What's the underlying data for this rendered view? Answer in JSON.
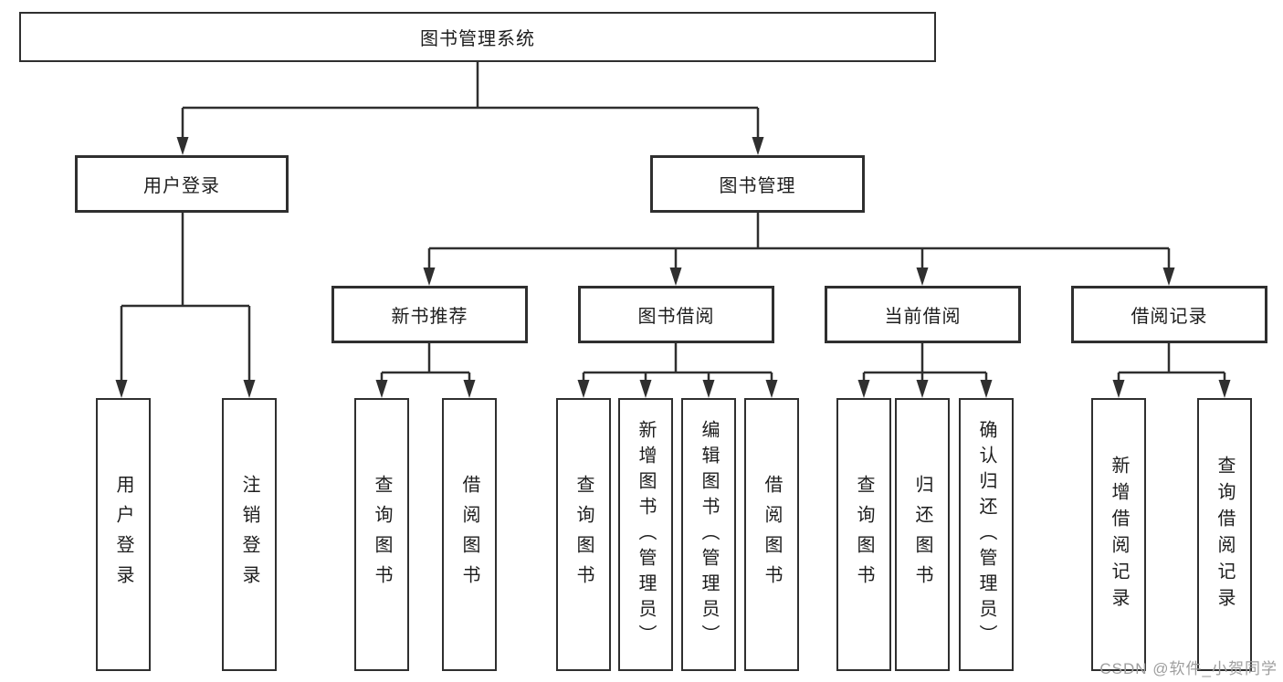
{
  "diagram": {
    "root": {
      "label": "图书管理系统"
    },
    "level2": [
      {
        "label": "用户登录"
      },
      {
        "label": "图书管理"
      }
    ],
    "level3": [
      {
        "label": "新书推荐"
      },
      {
        "label": "图书借阅"
      },
      {
        "label": "当前借阅"
      },
      {
        "label": "借阅记录"
      }
    ],
    "leaves": {
      "user_login": [
        "用户登录",
        "注销登录"
      ],
      "new_book_recommend": [
        "查询图书",
        "借阅图书"
      ],
      "book_borrow": [
        "查询图书",
        "新增图书（管理员）",
        "编辑图书（管理员）",
        "借阅图书"
      ],
      "current_borrow": [
        "查询图书",
        "归还图书",
        "确认归还（管理员）"
      ],
      "borrow_records": [
        "新增借阅记录",
        "查询借阅记录"
      ]
    }
  },
  "watermark": {
    "text": "CSDN @软件_小贺同学"
  },
  "colors": {
    "line": "#2f2f2f",
    "box_fill": "#ffffff",
    "text": "#1d1d1d",
    "watermark": "#9e9e9e",
    "background": "#ffffff"
  }
}
